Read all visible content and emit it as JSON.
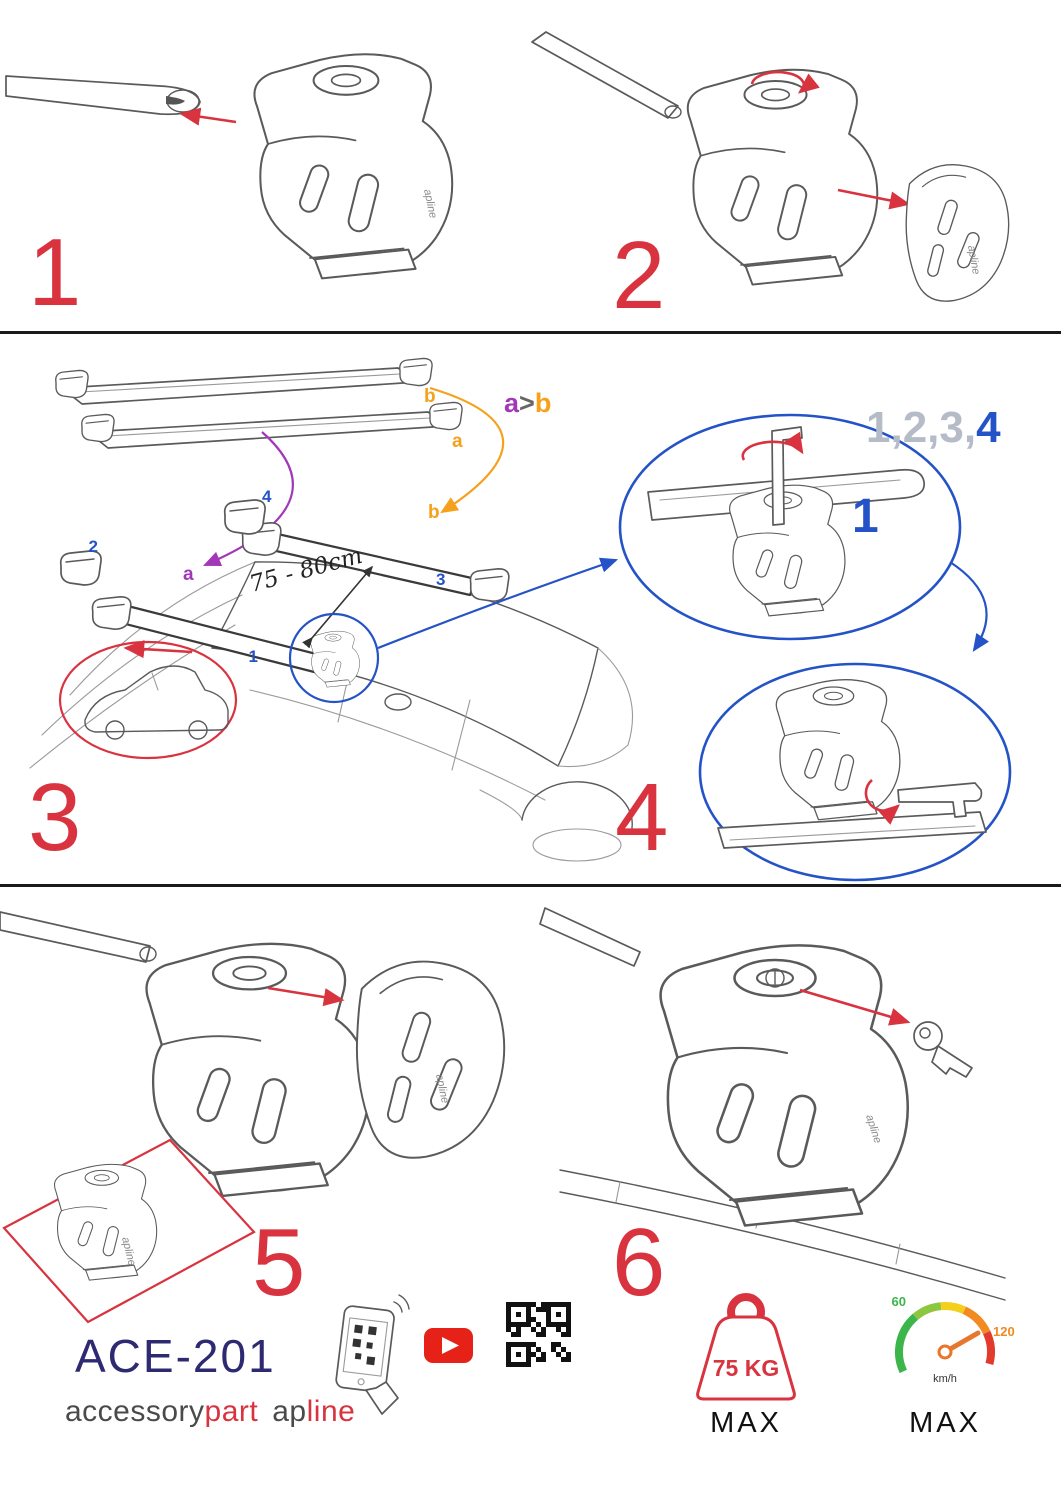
{
  "steps": {
    "n1": "1",
    "n2": "2",
    "n3": "3",
    "n4": "4",
    "n5": "5",
    "n6": "6"
  },
  "assembly": {
    "bar_label_b": "b",
    "bar_label_a": "a",
    "order_a": "a",
    "order_gt": ">",
    "order_b": "b",
    "roof_label_a": "a",
    "roof_label_b": "b",
    "pos1": "1",
    "pos2": "2",
    "pos3": "3",
    "pos4": "4",
    "measurement": "75 - 80cm",
    "sequence_prefix": "1,2,3,",
    "sequence_last": "4",
    "detail_number": "1",
    "logo": "apline"
  },
  "branding": {
    "model": "ACE-201",
    "brand_gray": "accessory",
    "brand_red": "part",
    "logo_gray": "ap",
    "logo_red": "line"
  },
  "limits": {
    "weight": "75 KG",
    "weight_max": "MAX",
    "speed_low": "60",
    "speed_high": "120",
    "speed_unit": "km/h",
    "speed_max": "MAX"
  },
  "colors": {
    "accent_red": "#d8333f",
    "accent_blue": "#2453c7",
    "accent_orange": "#f5a11c",
    "accent_purple": "#a238b8",
    "navy": "#2e2a72",
    "youtube": "#e62117"
  }
}
